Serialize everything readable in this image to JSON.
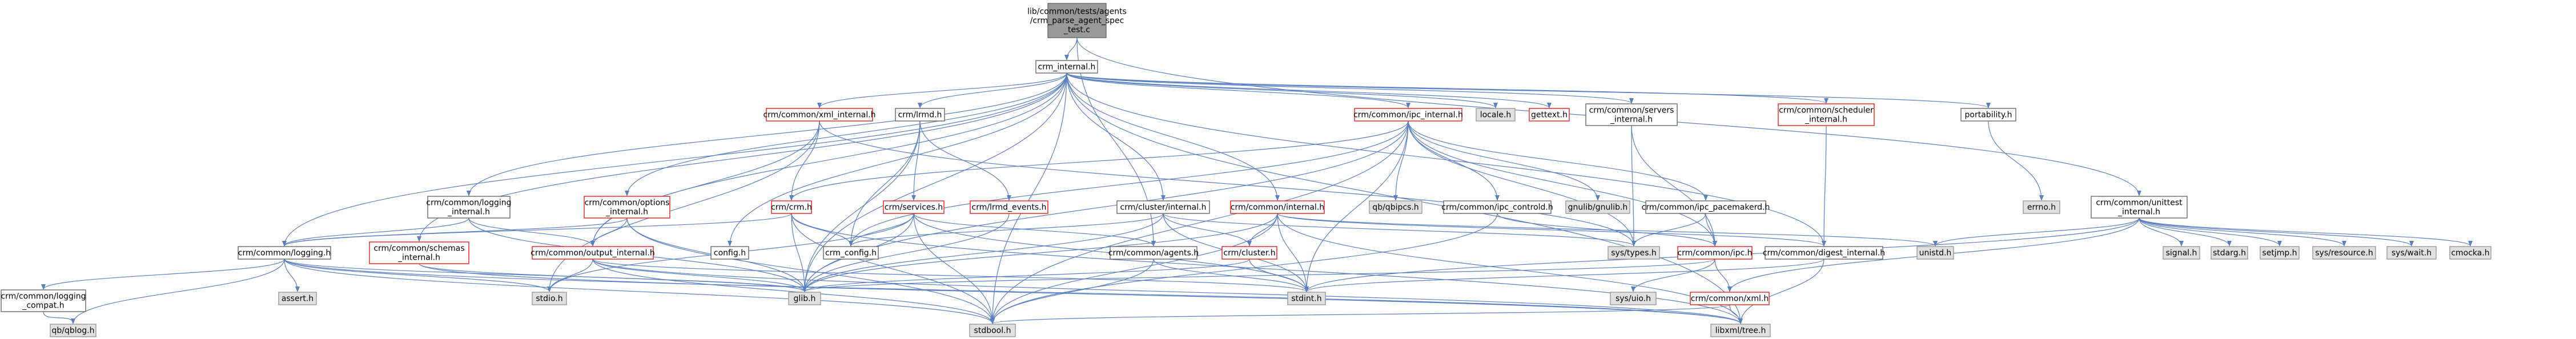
{
  "graph": {
    "nodes": [
      {
        "id": "root",
        "lines": [
          "lib/common/tests/agents",
          "/crm_parse_agent_spec",
          "_test.c"
        ],
        "style": "root"
      },
      {
        "id": "crm_internal",
        "lines": [
          "crm_internal.h"
        ],
        "style": "plain"
      },
      {
        "id": "xml_internal",
        "lines": [
          "crm/common/xml_internal.h"
        ],
        "style": "red"
      },
      {
        "id": "lrmd",
        "lines": [
          "crm/lrmd.h"
        ],
        "style": "plain"
      },
      {
        "id": "ipc_internal",
        "lines": [
          "crm/common/ipc_internal.h"
        ],
        "style": "red"
      },
      {
        "id": "locale",
        "lines": [
          "locale.h"
        ],
        "style": "grey"
      },
      {
        "id": "gettext",
        "lines": [
          "gettext.h"
        ],
        "style": "red"
      },
      {
        "id": "servers_internal",
        "lines": [
          "crm/common/servers",
          "_internal.h"
        ],
        "style": "plain"
      },
      {
        "id": "scheduler_internal",
        "lines": [
          "crm/common/scheduler",
          "_internal.h"
        ],
        "style": "red"
      },
      {
        "id": "portability",
        "lines": [
          "portability.h"
        ],
        "style": "plain"
      },
      {
        "id": "logging_internal",
        "lines": [
          "crm/common/logging",
          "_internal.h"
        ],
        "style": "plain"
      },
      {
        "id": "options_internal",
        "lines": [
          "crm/common/options",
          "_internal.h"
        ],
        "style": "red"
      },
      {
        "id": "crm",
        "lines": [
          "crm/crm.h"
        ],
        "style": "red"
      },
      {
        "id": "services",
        "lines": [
          "crm/services.h"
        ],
        "style": "red"
      },
      {
        "id": "lrmd_events",
        "lines": [
          "crm/lrmd_events.h"
        ],
        "style": "red"
      },
      {
        "id": "cluster_internal",
        "lines": [
          "crm/cluster/internal.h"
        ],
        "style": "plain"
      },
      {
        "id": "common_internal",
        "lines": [
          "crm/common/internal.h"
        ],
        "style": "red"
      },
      {
        "id": "qblog_ipcs",
        "lines": [
          "qb/qbipcs.h"
        ],
        "style": "grey"
      },
      {
        "id": "ipc_controld",
        "lines": [
          "crm/common/ipc_controld.h"
        ],
        "style": "plain"
      },
      {
        "id": "glib_gnulib",
        "lines": [
          "gnulib/gnulib.h"
        ],
        "style": "grey"
      },
      {
        "id": "ipc_pacemakerd",
        "lines": [
          "crm/common/ipc_pacemakerd.h"
        ],
        "style": "plain"
      },
      {
        "id": "unittest_internal",
        "lines": [
          "crm/common/unittest",
          "_internal.h"
        ],
        "style": "plain"
      },
      {
        "id": "errno",
        "lines": [
          "errno.h"
        ],
        "style": "grey"
      },
      {
        "id": "logging",
        "lines": [
          "crm/common/logging.h"
        ],
        "style": "plain"
      },
      {
        "id": "schemas_internal",
        "lines": [
          "crm/common/schemas",
          "_internal.h"
        ],
        "style": "red"
      },
      {
        "id": "output_internal",
        "lines": [
          "crm/common/output_internal.h"
        ],
        "style": "red"
      },
      {
        "id": "config",
        "lines": [
          "config.h"
        ],
        "style": "plain"
      },
      {
        "id": "crm_config",
        "lines": [
          "crm_config.h"
        ],
        "style": "plain"
      },
      {
        "id": "agents",
        "lines": [
          "crm/common/agents.h"
        ],
        "style": "plain"
      },
      {
        "id": "cluster",
        "lines": [
          "crm/cluster.h"
        ],
        "style": "red"
      },
      {
        "id": "sys_types",
        "lines": [
          "sys/types.h"
        ],
        "style": "grey"
      },
      {
        "id": "ipc",
        "lines": [
          "crm/common/ipc.h"
        ],
        "style": "red"
      },
      {
        "id": "digest_internal",
        "lines": [
          "crm/common/digest_internal.h"
        ],
        "style": "plain"
      },
      {
        "id": "unistd",
        "lines": [
          "unistd.h"
        ],
        "style": "grey"
      },
      {
        "id": "signal",
        "lines": [
          "signal.h"
        ],
        "style": "grey"
      },
      {
        "id": "stdarg",
        "lines": [
          "stdarg.h"
        ],
        "style": "grey"
      },
      {
        "id": "setjmp",
        "lines": [
          "setjmp.h"
        ],
        "style": "grey"
      },
      {
        "id": "sys_resource",
        "lines": [
          "sys/resource.h"
        ],
        "style": "grey"
      },
      {
        "id": "sys_wait",
        "lines": [
          "sys/wait.h"
        ],
        "style": "grey"
      },
      {
        "id": "cmocka",
        "lines": [
          "cmocka.h"
        ],
        "style": "grey"
      },
      {
        "id": "logging_compat",
        "lines": [
          "crm/common/logging",
          "_compat.h"
        ],
        "style": "plain"
      },
      {
        "id": "assert",
        "lines": [
          "assert.h"
        ],
        "style": "grey"
      },
      {
        "id": "stdio",
        "lines": [
          "stdio.h"
        ],
        "style": "grey"
      },
      {
        "id": "glib",
        "lines": [
          "glib.h"
        ],
        "style": "grey"
      },
      {
        "id": "stdint",
        "lines": [
          "stdint.h"
        ],
        "style": "grey"
      },
      {
        "id": "sys_uio",
        "lines": [
          "sys/uio.h"
        ],
        "style": "grey"
      },
      {
        "id": "xml",
        "lines": [
          "crm/common/xml.h"
        ],
        "style": "red"
      },
      {
        "id": "qblog",
        "lines": [
          "qb/qblog.h"
        ],
        "style": "grey"
      },
      {
        "id": "stdbool",
        "lines": [
          "stdbool.h"
        ],
        "style": "grey"
      },
      {
        "id": "libxml_tree",
        "lines": [
          "libxml/tree.h"
        ],
        "style": "grey"
      }
    ],
    "edges": [
      [
        "root",
        "crm_internal"
      ],
      [
        "root",
        "agents"
      ],
      [
        "root",
        "unittest_internal"
      ],
      [
        "crm_internal",
        "xml_internal"
      ],
      [
        "crm_internal",
        "lrmd"
      ],
      [
        "crm_internal",
        "ipc_internal"
      ],
      [
        "crm_internal",
        "locale"
      ],
      [
        "crm_internal",
        "gettext"
      ],
      [
        "crm_internal",
        "servers_internal"
      ],
      [
        "crm_internal",
        "scheduler_internal"
      ],
      [
        "crm_internal",
        "portability"
      ],
      [
        "crm_internal",
        "logging_internal"
      ],
      [
        "crm_internal",
        "options_internal"
      ],
      [
        "crm_internal",
        "schemas_internal"
      ],
      [
        "crm_internal",
        "logging"
      ],
      [
        "crm_internal",
        "output_internal"
      ],
      [
        "crm_internal",
        "config"
      ],
      [
        "crm_internal",
        "cluster_internal"
      ],
      [
        "crm_internal",
        "common_internal"
      ],
      [
        "crm_internal",
        "digest_internal"
      ],
      [
        "crm_internal",
        "glib"
      ],
      [
        "crm_internal",
        "stdbool"
      ],
      [
        "crm_internal",
        "libxml_tree"
      ],
      [
        "xml_internal",
        "crm"
      ],
      [
        "xml_internal",
        "output_internal"
      ],
      [
        "xml_internal",
        "stdio"
      ],
      [
        "xml_internal",
        "sys_types"
      ],
      [
        "lrmd",
        "services"
      ],
      [
        "lrmd",
        "lrmd_events"
      ],
      [
        "lrmd",
        "crm_config"
      ],
      [
        "lrmd",
        "glib"
      ],
      [
        "ipc_internal",
        "crm"
      ],
      [
        "ipc_internal",
        "qblog_ipcs"
      ],
      [
        "ipc_internal",
        "ipc_controld"
      ],
      [
        "ipc_internal",
        "glib_gnulib"
      ],
      [
        "ipc_internal",
        "ipc_pacemakerd"
      ],
      [
        "ipc_internal",
        "ipc"
      ],
      [
        "ipc_internal",
        "sys_types"
      ],
      [
        "ipc_internal",
        "stdint"
      ],
      [
        "ipc_internal",
        "stdbool"
      ],
      [
        "ipc_internal",
        "glib"
      ],
      [
        "ipc_internal",
        "crm_config"
      ],
      [
        "servers_internal",
        "ipc"
      ],
      [
        "servers_internal",
        "sys_types"
      ],
      [
        "scheduler_internal",
        "digest_internal"
      ],
      [
        "portability",
        "errno"
      ],
      [
        "logging_internal",
        "logging"
      ],
      [
        "logging_internal",
        "output_internal"
      ],
      [
        "logging_internal",
        "glib"
      ],
      [
        "options_internal",
        "output_internal"
      ],
      [
        "options_internal",
        "glib"
      ],
      [
        "options_internal",
        "stdbool"
      ],
      [
        "options_internal",
        "logging"
      ],
      [
        "crm",
        "crm_config"
      ],
      [
        "crm",
        "glib"
      ],
      [
        "crm",
        "stdbool"
      ],
      [
        "crm",
        "logging"
      ],
      [
        "crm",
        "libxml_tree"
      ],
      [
        "services",
        "crm_config"
      ],
      [
        "services",
        "glib"
      ],
      [
        "services",
        "stdio"
      ],
      [
        "services",
        "stdint"
      ],
      [
        "services",
        "stdbool"
      ],
      [
        "services",
        "agents"
      ],
      [
        "lrmd_events",
        "glib"
      ],
      [
        "cluster_internal",
        "cluster"
      ],
      [
        "cluster_internal",
        "crm_config"
      ],
      [
        "cluster_internal",
        "glib"
      ],
      [
        "cluster_internal",
        "stdint"
      ],
      [
        "cluster_internal",
        "sys_types"
      ],
      [
        "common_internal",
        "cluster"
      ],
      [
        "common_internal",
        "glib"
      ],
      [
        "common_internal",
        "stdint"
      ],
      [
        "common_internal",
        "stdbool"
      ],
      [
        "common_internal",
        "libxml_tree"
      ],
      [
        "common_internal",
        "digest_internal"
      ],
      [
        "common_internal",
        "unistd"
      ],
      [
        "ipc_controld",
        "stdbool"
      ],
      [
        "ipc_controld",
        "ipc"
      ],
      [
        "ipc_pacemakerd",
        "ipc"
      ],
      [
        "ipc_pacemakerd",
        "sys_types"
      ],
      [
        "unittest_internal",
        "unistd"
      ],
      [
        "unittest_internal",
        "signal"
      ],
      [
        "unittest_internal",
        "stdarg"
      ],
      [
        "unittest_internal",
        "setjmp"
      ],
      [
        "unittest_internal",
        "sys_resource"
      ],
      [
        "unittest_internal",
        "sys_wait"
      ],
      [
        "unittest_internal",
        "cmocka"
      ],
      [
        "unittest_internal",
        "xml"
      ],
      [
        "unittest_internal",
        "stdint"
      ],
      [
        "logging",
        "logging_compat"
      ],
      [
        "logging",
        "assert"
      ],
      [
        "logging",
        "stdio"
      ],
      [
        "logging",
        "glib"
      ],
      [
        "logging",
        "qblog"
      ],
      [
        "logging",
        "libxml_tree"
      ],
      [
        "logging",
        "stdbool"
      ],
      [
        "schemas_internal",
        "glib"
      ],
      [
        "schemas_internal",
        "libxml_tree"
      ],
      [
        "output_internal",
        "stdio"
      ],
      [
        "output_internal",
        "glib"
      ],
      [
        "output_internal",
        "stdbool"
      ],
      [
        "output_internal",
        "libxml_tree"
      ],
      [
        "output_internal",
        "stdint"
      ],
      [
        "agents",
        "stdbool"
      ],
      [
        "agents",
        "stdint"
      ],
      [
        "cluster",
        "glib"
      ],
      [
        "cluster",
        "stdint"
      ],
      [
        "ipc",
        "sys_uio"
      ],
      [
        "ipc",
        "xml"
      ],
      [
        "ipc",
        "glib"
      ],
      [
        "digest_internal",
        "libxml_tree"
      ],
      [
        "digest_internal",
        "stdint"
      ],
      [
        "xml",
        "stdbool"
      ],
      [
        "xml",
        "libxml_tree"
      ],
      [
        "logging_compat",
        "qblog"
      ]
    ]
  }
}
